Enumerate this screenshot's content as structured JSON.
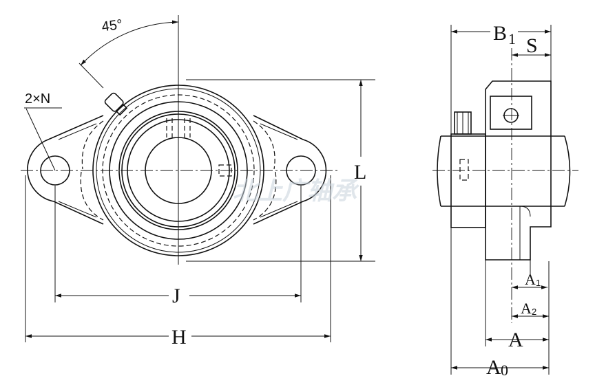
{
  "drawing": {
    "angle_label": "45°",
    "holes_label": "2×N",
    "front_view": {
      "dim_J": "J",
      "dim_H": "H",
      "dim_L": "L"
    },
    "side_view": {
      "dim_B1": "B",
      "dim_B1_sub": "1",
      "dim_S": "S",
      "dim_A1": "A",
      "dim_A1_sub": "1",
      "dim_A2": "A",
      "dim_A2_sub": "2",
      "dim_A": "A",
      "dim_A0": "A",
      "dim_A0_sub": "0"
    },
    "watermark": "北上广轴承"
  }
}
